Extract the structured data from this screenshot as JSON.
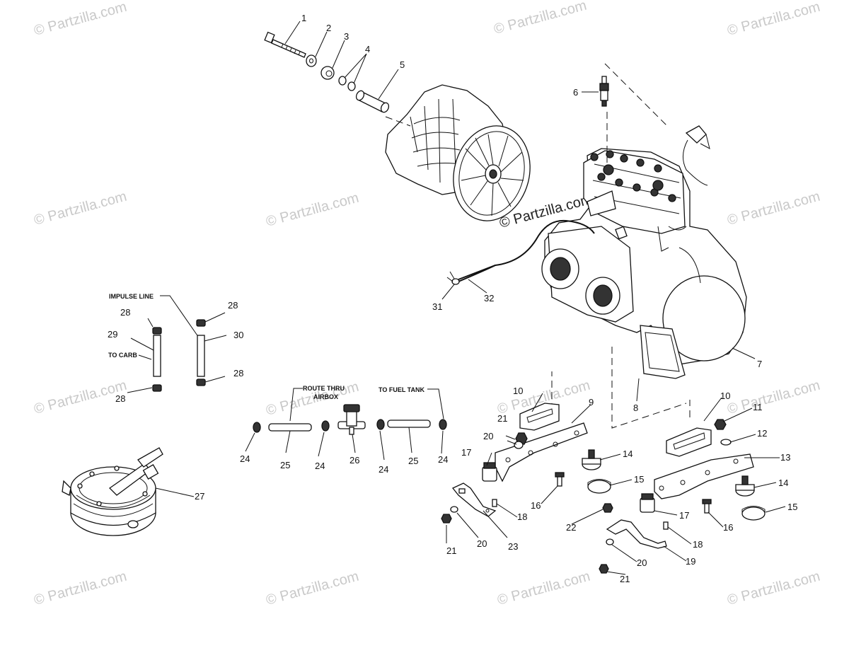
{
  "watermark": "© Partzilla.com",
  "center_watermark": "© Partzilla.com",
  "notes": {
    "impulse_line": "IMPULSE LINE",
    "to_carb": "TO CARB",
    "route_thru": "ROUTE THRU",
    "airbox": "AIRBOX",
    "to_fuel_tank": "TO FUEL TANK"
  },
  "callouts": [
    {
      "id": "c1",
      "label": "1"
    },
    {
      "id": "c2",
      "label": "2"
    },
    {
      "id": "c3",
      "label": "3"
    },
    {
      "id": "c4",
      "label": "4"
    },
    {
      "id": "c5",
      "label": "5"
    },
    {
      "id": "c6",
      "label": "6"
    },
    {
      "id": "c7",
      "label": "7"
    },
    {
      "id": "c8",
      "label": "8"
    },
    {
      "id": "c9",
      "label": "9"
    },
    {
      "id": "c10a",
      "label": "10"
    },
    {
      "id": "c10b",
      "label": "10"
    },
    {
      "id": "c11",
      "label": "11"
    },
    {
      "id": "c12",
      "label": "12"
    },
    {
      "id": "c13",
      "label": "13"
    },
    {
      "id": "c14a",
      "label": "14"
    },
    {
      "id": "c14b",
      "label": "14"
    },
    {
      "id": "c15a",
      "label": "15"
    },
    {
      "id": "c15b",
      "label": "15"
    },
    {
      "id": "c16a",
      "label": "16"
    },
    {
      "id": "c16b",
      "label": "16"
    },
    {
      "id": "c17a",
      "label": "17"
    },
    {
      "id": "c17b",
      "label": "17"
    },
    {
      "id": "c18a",
      "label": "18"
    },
    {
      "id": "c18b",
      "label": "18"
    },
    {
      "id": "c19",
      "label": "19"
    },
    {
      "id": "c20a",
      "label": "20"
    },
    {
      "id": "c20b",
      "label": "20"
    },
    {
      "id": "c20c",
      "label": "20"
    },
    {
      "id": "c21a",
      "label": "21"
    },
    {
      "id": "c21b",
      "label": "21"
    },
    {
      "id": "c21c",
      "label": "21"
    },
    {
      "id": "c22",
      "label": "22"
    },
    {
      "id": "c23",
      "label": "23"
    },
    {
      "id": "c24a",
      "label": "24"
    },
    {
      "id": "c24b",
      "label": "24"
    },
    {
      "id": "c24c",
      "label": "24"
    },
    {
      "id": "c24d",
      "label": "24"
    },
    {
      "id": "c25a",
      "label": "25"
    },
    {
      "id": "c25b",
      "label": "25"
    },
    {
      "id": "c26",
      "label": "26"
    },
    {
      "id": "c27",
      "label": "27"
    },
    {
      "id": "c28a",
      "label": "28"
    },
    {
      "id": "c28b",
      "label": "28"
    },
    {
      "id": "c28c",
      "label": "28"
    },
    {
      "id": "c28d",
      "label": "28"
    },
    {
      "id": "c29",
      "label": "29"
    },
    {
      "id": "c30",
      "label": "30"
    },
    {
      "id": "c31",
      "label": "31"
    },
    {
      "id": "c32",
      "label": "32"
    }
  ]
}
